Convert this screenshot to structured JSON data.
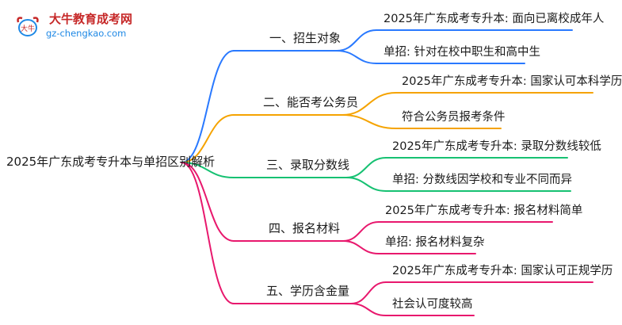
{
  "logo": {
    "site_name": "大牛教育成考网",
    "url": "gz-chengkao.com",
    "mark_text": "大牛"
  },
  "mindmap": {
    "root": "2025年广东成考专升本与单招区别解析",
    "branches": [
      {
        "label": "一、招生对象",
        "color": "#2979ff",
        "leaves": [
          "2025年广东成考专升本: 面向已离校成年人",
          "单招: 针对在校中职生和高中生"
        ]
      },
      {
        "label": "二、能否考公务员",
        "color": "#f5a300",
        "leaves": [
          "2025年广东成考专升本: 国家认可本科学历",
          "符合公务员报考条件"
        ]
      },
      {
        "label": "三、录取分数线",
        "color": "#16c172",
        "leaves": [
          "2025年广东成考专升本: 录取分数线较低",
          "单招: 分数线因学校和专业不同而异"
        ]
      },
      {
        "label": "四、报名材料",
        "color": "#e8186d",
        "leaves": [
          "2025年广东成考专升本: 报名材料简单",
          "单招: 报名材料复杂"
        ]
      },
      {
        "label": "五、学历含金量",
        "color": "#e8186d",
        "leaves": [
          "2025年广东成考专升本: 国家认可正规学历",
          "社会认可度较高"
        ]
      }
    ]
  }
}
